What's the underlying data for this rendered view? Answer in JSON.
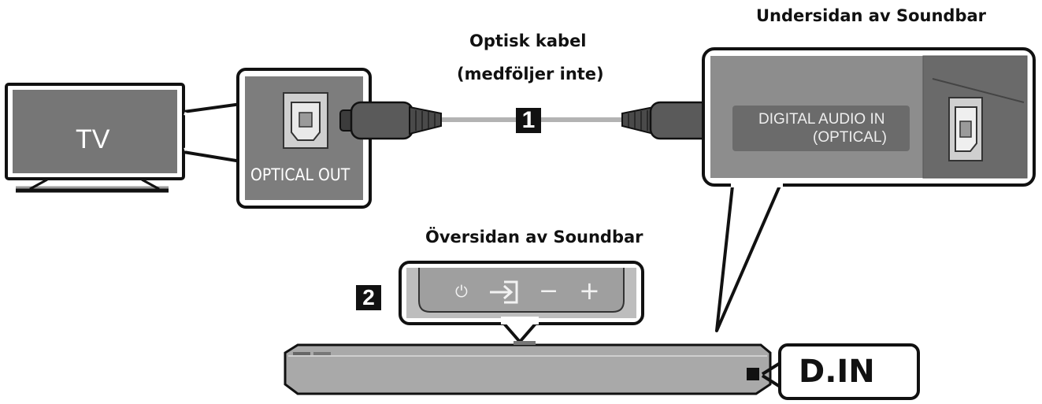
{
  "title": "",
  "tv": {
    "label": "TV"
  },
  "tv_panel": {
    "port_label": "OPTICAL OUT"
  },
  "cable": {
    "line1": "Optisk kabel",
    "line2": "(medföljer inte)",
    "step": "1"
  },
  "soundbar_bottom": {
    "heading": "Undersidan av Soundbar",
    "port_label_line1": "DIGITAL AUDIO IN",
    "port_label_line2": "(OPTICAL)"
  },
  "soundbar_top": {
    "heading": "Översidan av Soundbar",
    "step": "2",
    "buttons": [
      {
        "name": "power-icon",
        "glyph": "⏻"
      },
      {
        "name": "source-icon",
        "glyph": ""
      },
      {
        "name": "volume-down-icon",
        "glyph": "−"
      },
      {
        "name": "volume-up-icon",
        "glyph": "+"
      }
    ]
  },
  "display": {
    "text": "D.IN"
  },
  "colors": {
    "panel": "#8a8a8a",
    "panel_dark": "#5e5e5e",
    "cable": "#b5b5b5",
    "plug": "#4a4a4a",
    "outline": "#111111",
    "soundbar": "#a8a8a8"
  }
}
